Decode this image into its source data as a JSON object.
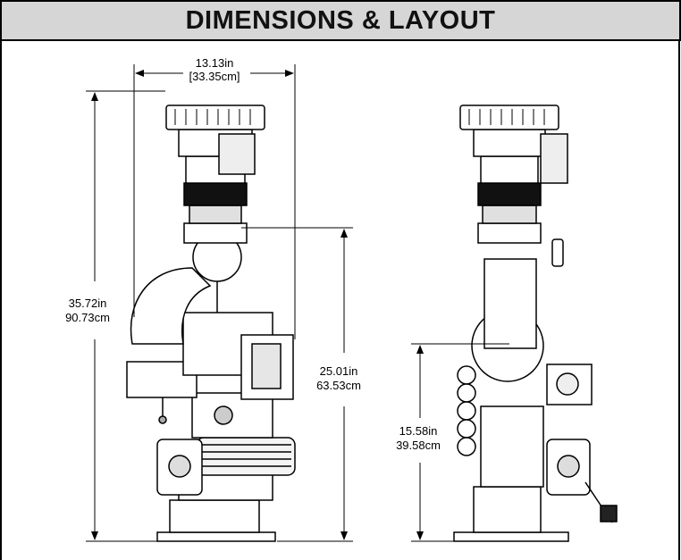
{
  "header": {
    "title": "DIMENSIONS & LAYOUT"
  },
  "front_view": {
    "width_in": "13.13in",
    "width_cm": "[33.35cm]",
    "height_in": "35.72in",
    "height_cm": "90.73cm",
    "mid_in": "25.01in",
    "mid_cm": "63.53cm"
  },
  "side_view": {
    "low_in": "15.58in",
    "low_cm": "39.58cm"
  }
}
